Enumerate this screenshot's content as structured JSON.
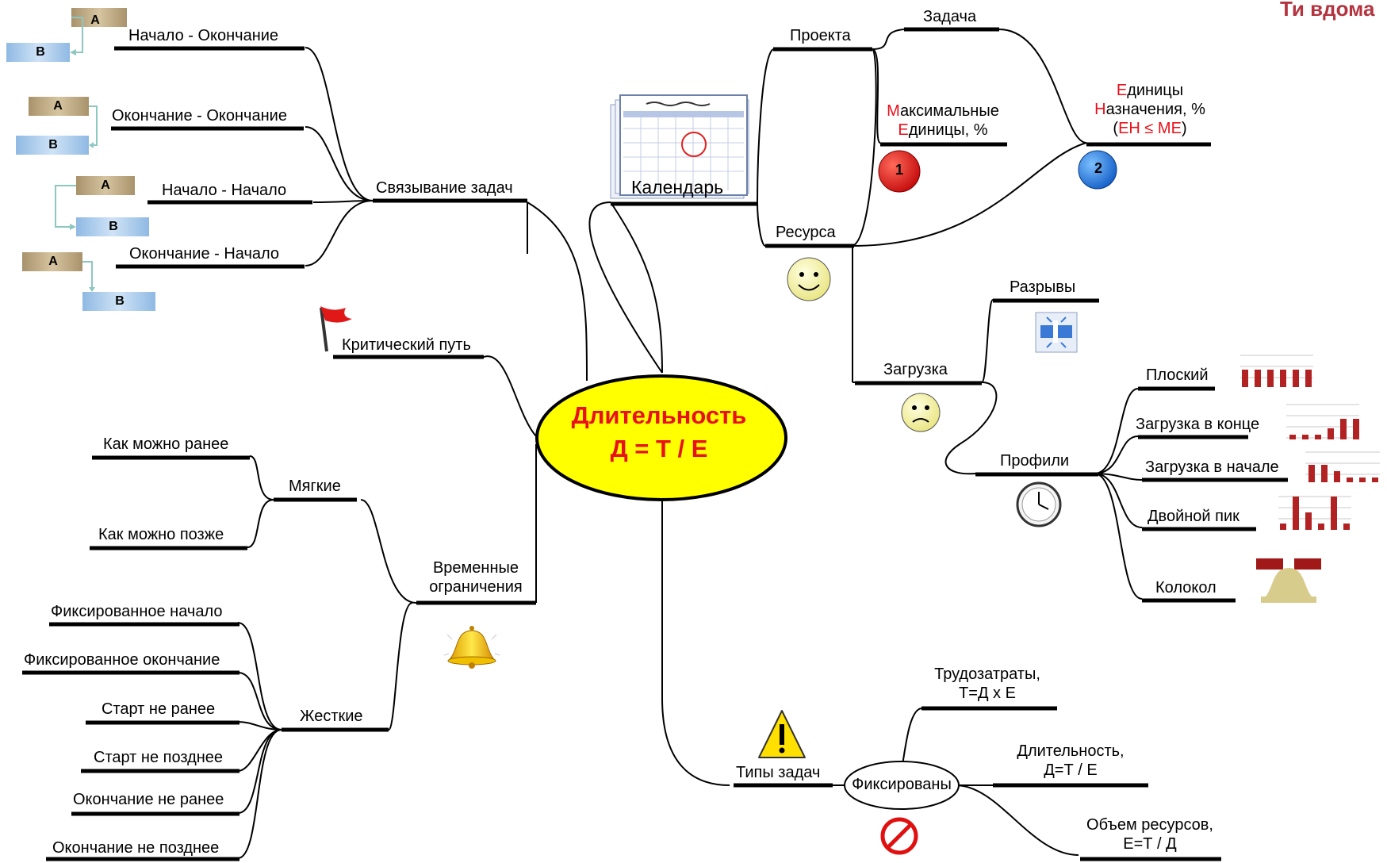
{
  "brand": "Ти вдома",
  "center": {
    "line1": "Длительность",
    "line2": "Д = Т / Е"
  },
  "linking": {
    "title": "Связывание задач",
    "items": [
      "Начало - Окончание",
      "Окончание - Окончание",
      "Начало - Начало",
      "Окончание - Начало"
    ],
    "box_a": "A",
    "box_b": "B"
  },
  "critical_path": "Критический путь",
  "constraints": {
    "title_line1": "Временные",
    "title_line2": "ограничения",
    "soft": {
      "title": "Мягкие",
      "items": [
        "Как можно ранее",
        "Как можно позже"
      ]
    },
    "hard": {
      "title": "Жесткие",
      "items": [
        "Фиксированное начало",
        "Фиксированное окончание",
        "Старт не ранее",
        "Старт не позднее",
        "Окончание не ранее",
        "Окончание не позднее"
      ]
    }
  },
  "calendar": {
    "title": "Календарь",
    "project": "Проекта",
    "task": "Задача",
    "resource": "Ресурса",
    "max_units": {
      "line1_initial": "М",
      "line1_rest": "аксимальные",
      "line2_initial": "Е",
      "line2_rest": "диницы, %"
    },
    "assign_units": {
      "line1_initial": "Е",
      "line1_rest": "диницы",
      "line2_initial": "Н",
      "line2_rest": "азначения, %",
      "line3_open": "(",
      "line3_red": "ЕН ≤ МЕ",
      "line3_close": ")"
    },
    "marker1": "1",
    "marker2": "2"
  },
  "load": {
    "title": "Загрузка",
    "breaks": "Разрывы",
    "profiles": {
      "title": "Профили",
      "items": [
        "Плоский",
        "Загрузка в конце",
        "Загрузка в начале",
        "Двойной пик",
        "Колокол"
      ]
    }
  },
  "task_types": {
    "title": "Типы задач",
    "fixed": "Фиксированы",
    "work": {
      "line1": "Трудозатраты,",
      "line2": "Т=Д х Е"
    },
    "duration": {
      "line1": "Длительность,",
      "line2": "Д=Т / Е"
    },
    "units": {
      "line1": "Объем ресурсов,",
      "line2": "Е=Т / Д"
    }
  },
  "colors": {
    "center_fill": "#ffff00",
    "center_text": "#e8101a",
    "branch_line": "#000000",
    "marker1": "#d81818",
    "marker2": "#2277dd",
    "profile_bars": "#b22222",
    "box_a": "#c9b48a",
    "box_b": "#a9cbea"
  }
}
